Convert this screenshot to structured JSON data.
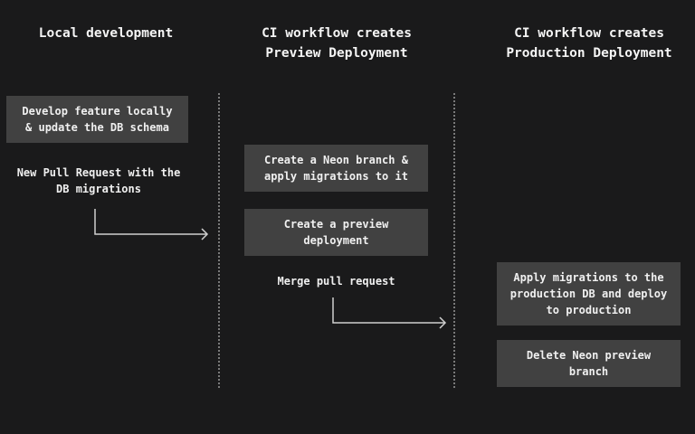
{
  "columns": [
    {
      "title_line1": "Local development",
      "title_line2": ""
    },
    {
      "title_line1": "CI workflow creates",
      "title_line2": "Preview Deployment"
    },
    {
      "title_line1": "CI workflow creates",
      "title_line2": "Production Deployment"
    }
  ],
  "local": {
    "develop_box": "Develop feature locally\n& update the DB schema",
    "pr_label": "New Pull Request with the\nDB migrations"
  },
  "preview": {
    "branch_box": "Create a Neon branch &\napply migrations to it",
    "deploy_box": "Create a preview\ndeployment",
    "merge_label": "Merge pull request"
  },
  "production": {
    "migrate_box": "Apply migrations to the\nproduction DB and deploy\nto production",
    "delete_box": "Delete Neon preview\nbranch"
  },
  "colors": {
    "background": "#1a1a1b",
    "box": "#414141",
    "text": "#f0f0f0",
    "arrow": "#cfcfcf",
    "divider": "#7a7a7a"
  }
}
